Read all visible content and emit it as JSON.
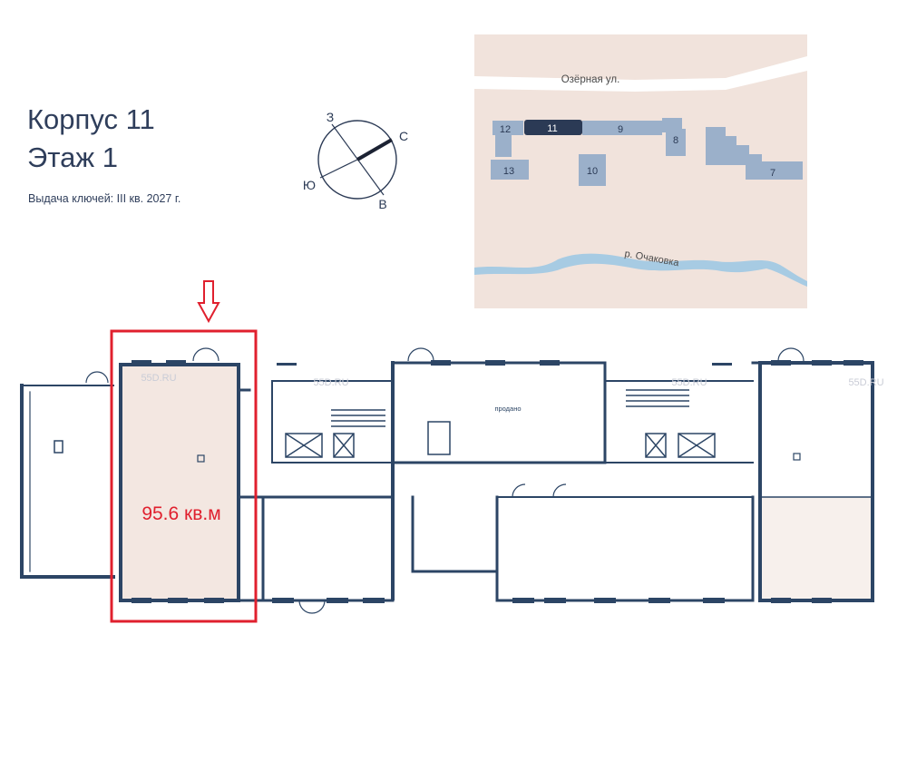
{
  "header": {
    "building": "Корпус 11",
    "floor": "Этаж 1",
    "key_delivery": "Выдача ключей: III кв. 2027 г."
  },
  "compass": {
    "n": "С",
    "s": "Ю",
    "w": "З",
    "e": "В"
  },
  "site_map": {
    "street": "Озёрная ул.",
    "river": "р. Очаковка",
    "buildings": [
      {
        "label": "12",
        "current": false
      },
      {
        "label": "11",
        "current": true
      },
      {
        "label": "9",
        "current": false
      },
      {
        "label": "8",
        "current": false
      },
      {
        "label": "13",
        "current": false
      },
      {
        "label": "10",
        "current": false
      },
      {
        "label": "7",
        "current": false
      }
    ]
  },
  "plan": {
    "highlight_area": "95.6 кв.м",
    "sold_label": "продано",
    "watermarks": [
      "55D.RU",
      "55D.RU",
      "55D.RU",
      "55D.RU"
    ]
  },
  "colors": {
    "wall": "#2c4565",
    "highlight_border": "#e0202e",
    "highlight_fill": "#f3e7e1",
    "map_bg": "#f1e3dc",
    "map_building": "#9bb0ca",
    "map_current": "#2b3a55",
    "river": "#a7cbe3"
  }
}
